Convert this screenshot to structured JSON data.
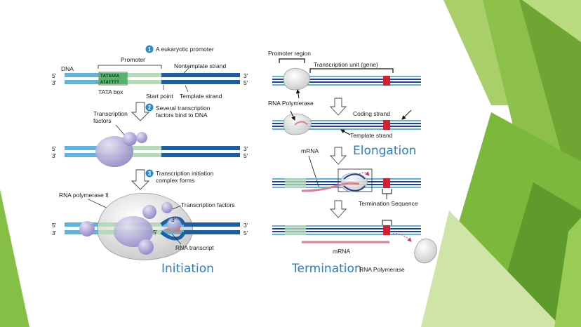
{
  "colors": {
    "dna_light": "#5fb4dc",
    "dna_dark": "#1d5fa5",
    "promoter": "#b5dab8",
    "protein": "#b3acd8",
    "rna": "#d9828f",
    "title_blue": "#2b7fc0",
    "slide_green": "#7bb83b"
  },
  "initiation": {
    "step1": "A eukaryotic promoter",
    "dna": "DNA",
    "promoter": "Promoter",
    "nontemplate": "Nontemplate strand",
    "five1": "5'",
    "three1": "3'",
    "three2": "3'",
    "five2": "5'",
    "tata_top": "TATAAAA",
    "tata_bot": "ATATTTT",
    "tata_box": "TATA box",
    "start_point": "Start point",
    "template": "Template strand",
    "step2_line1": "Several transcription",
    "step2_line2": "factors bind to DNA",
    "tf_line1": "Transcription",
    "tf_line2": "factors",
    "step3_line1": "Transcription initiation",
    "step3_line2": "complex forms",
    "rna_pol2": "RNA polymerase II",
    "tf_plural": "Transcription factors",
    "rna_5": "5'",
    "rna_3": "3'",
    "rna_transcript": "RNA transcript",
    "title": "Initiation"
  },
  "elongation": {
    "promoter_region": "Promoter region",
    "transcription_unit": "Transcription unit (gene)",
    "rna_polymerase": "RNA Polymerase",
    "coding_strand": "Coding strand",
    "template_strand": "Template strand",
    "mrna": "mRNA",
    "title": "Elongation",
    "termination_sequence": "Termination Sequence",
    "mrna2": "mRNA",
    "title2": "Termination",
    "rna_polymerase2": "RNA Polymerase"
  }
}
